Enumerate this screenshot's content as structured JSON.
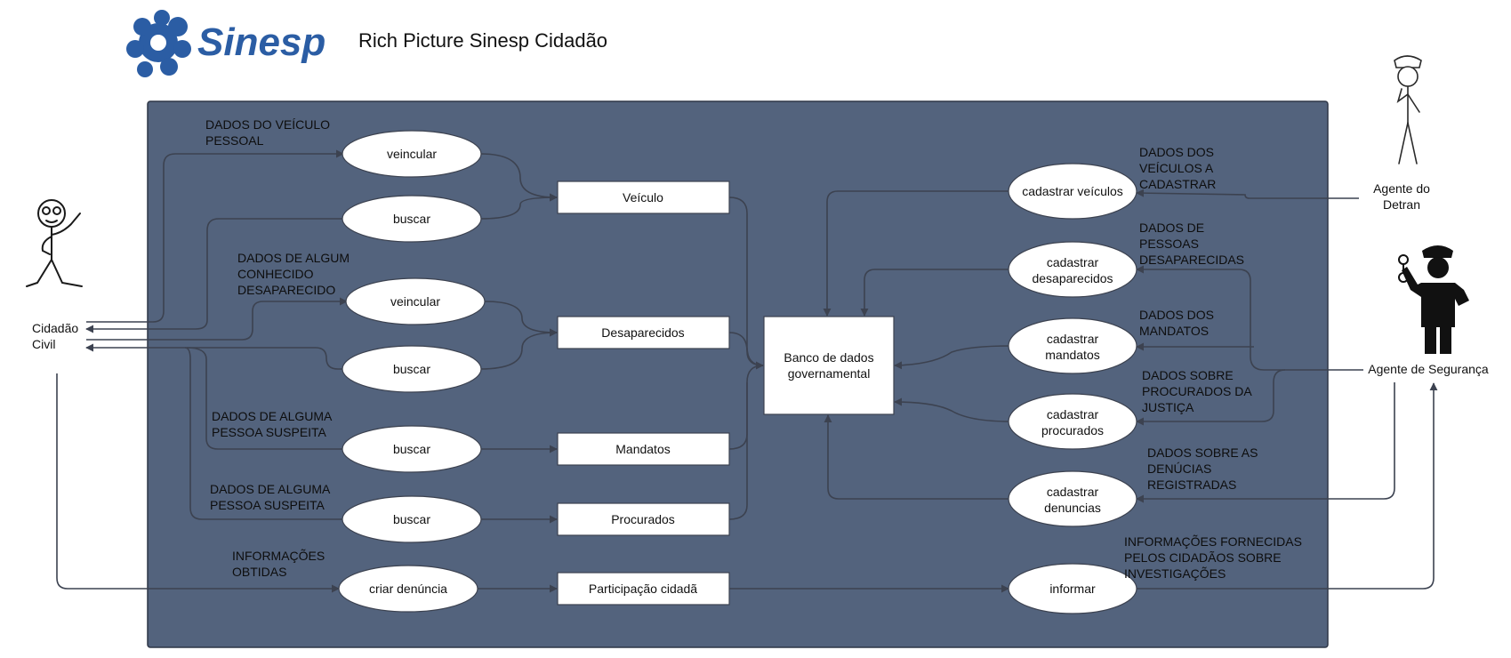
{
  "header": {
    "logo_text": "Sinesp",
    "title": "Rich Picture Sinesp Cidadão"
  },
  "colors": {
    "panel": "#53637d",
    "logo": "#2b5da4",
    "arrow": "#3f4552",
    "line": "#3c4250",
    "text": "#111111"
  },
  "actors": {
    "citizen": {
      "label_lines": [
        "Cidadão",
        "Civil"
      ]
    },
    "detran": {
      "label_lines": [
        "Agente do",
        "Detran"
      ]
    },
    "security": {
      "label_lines": [
        "Agente de Segurança"
      ]
    }
  },
  "processes": {
    "p1": [
      "veincular"
    ],
    "p2": [
      "buscar"
    ],
    "p3": [
      "veincular"
    ],
    "p4": [
      "buscar"
    ],
    "p5": [
      "buscar"
    ],
    "p6": [
      "buscar"
    ],
    "p7": [
      "criar denúncia"
    ],
    "r1": [
      "cadastrar veículos"
    ],
    "r2": [
      "cadastrar",
      "desaparecidos"
    ],
    "r3": [
      "cadastrar",
      "mandatos"
    ],
    "r4": [
      "cadastrar",
      "procurados"
    ],
    "r5": [
      "cadastrar",
      "denuncias"
    ],
    "r6": [
      "informar"
    ]
  },
  "stores": {
    "s1": "Veículo",
    "s2": "Desaparecidos",
    "s3": "Mandatos",
    "s4": "Procurados",
    "s5": "Participação cidadã"
  },
  "database": {
    "lines": [
      "Banco de dados",
      "governamental"
    ]
  },
  "annotations": {
    "a1": [
      "DADOS DO VEÍCULO",
      "PESSOAL"
    ],
    "a2": [
      "DADOS DE ALGUM",
      "CONHECIDO",
      "DESAPARECIDO"
    ],
    "a3": [
      "DADOS DE ALGUMA",
      "PESSOA SUSPEITA"
    ],
    "a4": [
      "DADOS DE ALGUMA",
      "PESSOA SUSPEITA"
    ],
    "a5": [
      "INFORMAÇÕES",
      "OBTIDAS"
    ],
    "b1": [
      "DADOS DOS",
      "VEÍCULOS A",
      "CADASTRAR"
    ],
    "b2": [
      "DADOS DE",
      "PESSOAS",
      "DESAPARECIDAS"
    ],
    "b3": [
      "DADOS DOS",
      "MANDATOS"
    ],
    "b4": [
      "DADOS SOBRE",
      "PROCURADOS DA",
      "JUSTIÇA"
    ],
    "b5": [
      "DADOS SOBRE AS",
      "DENÚCIAS",
      "REGISTRADAS"
    ],
    "b6": [
      "INFORMAÇÕES FORNECIDAS",
      "PELOS CIDADÃOS SOBRE",
      "INVESTIGAÇÕES"
    ]
  }
}
